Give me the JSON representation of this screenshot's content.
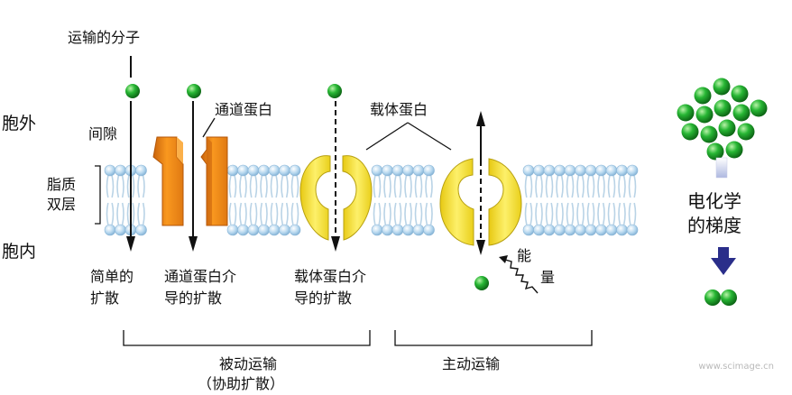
{
  "labels": {
    "transported_molecule": "运输的分子",
    "outside_cell": "胞外",
    "inside_cell": "胞内",
    "gap": "间隙",
    "lipid_bilayer_line1": "脂质",
    "lipid_bilayer_line2": "双层",
    "channel_protein": "通道蛋白",
    "carrier_protein": "载体蛋白",
    "simple_diffusion_line1": "简单的",
    "simple_diffusion_line2": "扩散",
    "channel_mediated_line1": "通道蛋白介",
    "channel_mediated_line2": "导的扩散",
    "carrier_mediated_line1": "载体蛋白介",
    "carrier_mediated_line2": "导的扩散",
    "energy_char1": "能",
    "energy_char2": "量",
    "passive_transport": "被动运输",
    "facilitated_diffusion": "（协助扩散）",
    "active_transport": "主动运输",
    "gradient_line1": "电化学",
    "gradient_line2": "的梯度",
    "watermark": "www.scimage.cn"
  },
  "colors": {
    "lipid_head": "#a9cfea",
    "lipid_tail": "#b9d3e6",
    "channel_protein": "#f08a1e",
    "carrier_protein": "#f3dd27",
    "molecule": "#1fa52c",
    "gradient_arrow": "#2a2e8a"
  }
}
